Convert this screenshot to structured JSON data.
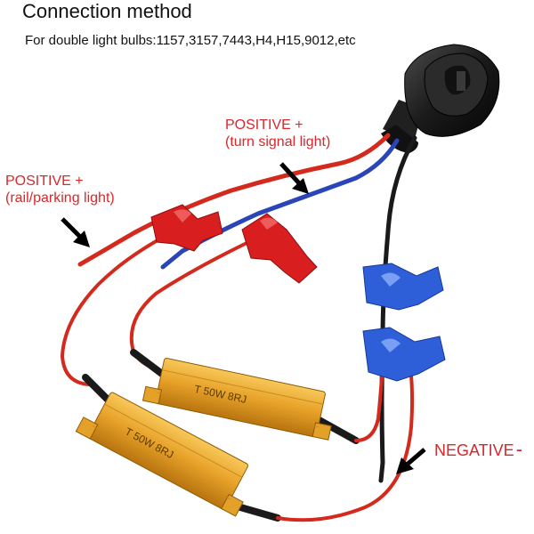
{
  "header": {
    "title": "Connection method",
    "subtitle": "For double light bulbs:1157,3157,7443,H4,H15,9012,etc"
  },
  "labels": {
    "positive_turn": {
      "line1": "POSITIVE +",
      "line2": "(turn signal light)"
    },
    "positive_parking": {
      "line1": "POSITIVE +",
      "line2": "(rail/parking light)"
    },
    "negative": {
      "text": "NEGATIVE",
      "sign": "-"
    }
  },
  "resistors": [
    {
      "marking": "T  50W  8RJ"
    },
    {
      "marking": "T  50W  8RJ"
    }
  ],
  "colors": {
    "positive_label": "#d8282b",
    "red_wire": "#d42a1e",
    "blue_wire": "#2a45b8",
    "black_wire": "#1a1a1a",
    "resistor_gold": "#e6a326",
    "red_connector": "#d81e1e",
    "blue_connector": "#2e5fd8"
  }
}
